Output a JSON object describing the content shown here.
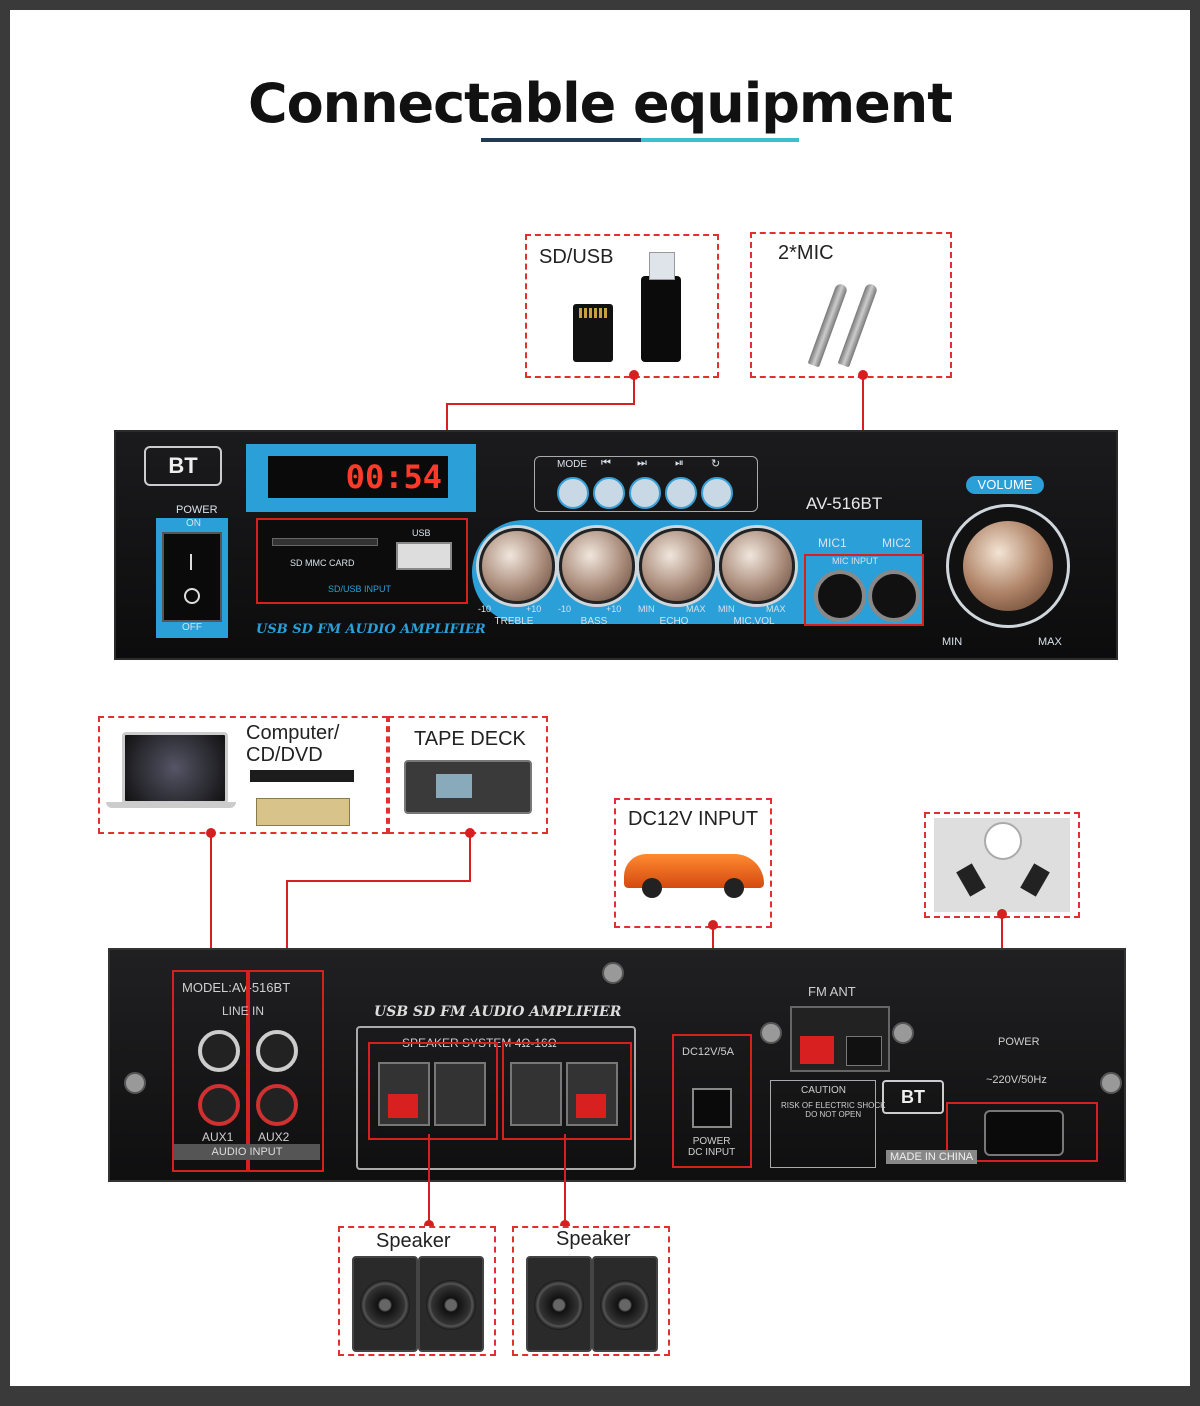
{
  "title": "Connectable equipment",
  "colors": {
    "accent_dark": "#1f3a52",
    "accent_light": "#3cc0d0",
    "callout_red": "#d62020",
    "panel_blue": "#2a9fd8"
  },
  "callouts": {
    "sd_usb": "SD/USB",
    "mic": "2*MIC",
    "computer": "Computer/\nCD/DVD",
    "tape": "TAPE DECK",
    "dc": "DC12V INPUT",
    "speaker_left": "Speaker",
    "speaker_right": "Speaker"
  },
  "front_panel": {
    "bt_logo": "BT",
    "power": "POWER",
    "on": "ON",
    "off": "OFF",
    "lcd": "00:54",
    "card_label": "SD MMC CARD",
    "usb_label": "USB",
    "input_label": "SD/USB INPUT",
    "brand": "USB SD FM AUDIO AMPLIFIER",
    "mode": "MODE",
    "model": "AV-516BT",
    "volume": "VOLUME",
    "mic1": "MIC1",
    "mic2": "MIC2",
    "mic_input": "MIC INPUT",
    "knobs": [
      {
        "name": "TREBLE",
        "min": "-10",
        "max": "+10"
      },
      {
        "name": "BASS",
        "min": "-10",
        "max": "+10"
      },
      {
        "name": "ECHO",
        "min": "MIN",
        "max": "MAX"
      },
      {
        "name": "MIC.VOL",
        "min": "MIN",
        "max": "MAX"
      }
    ],
    "vol_min": "MIN",
    "vol_max": "MAX"
  },
  "rear_panel": {
    "model": "MODEL:AV-516BT",
    "line_in": "LINE IN",
    "aux1": "AUX1",
    "aux2": "AUX2",
    "audio_input": "AUDIO INPUT",
    "brand": "USB SD FM AUDIO AMPLIFIER",
    "speaker_system": "SPEAKER SYSTEM 4Ω-16Ω",
    "dc": "DC12V/5A",
    "power_dc": "POWER\nDC INPUT",
    "fm_ant": "FM ANT",
    "caution": "CAUTION",
    "caution_sub": "RISK OF ELECTRIC SHOCK\nDO NOT OPEN",
    "power": "POWER",
    "voltage": "~220V/50Hz",
    "made_in": "MADE IN CHINA",
    "bt_logo": "BT"
  }
}
